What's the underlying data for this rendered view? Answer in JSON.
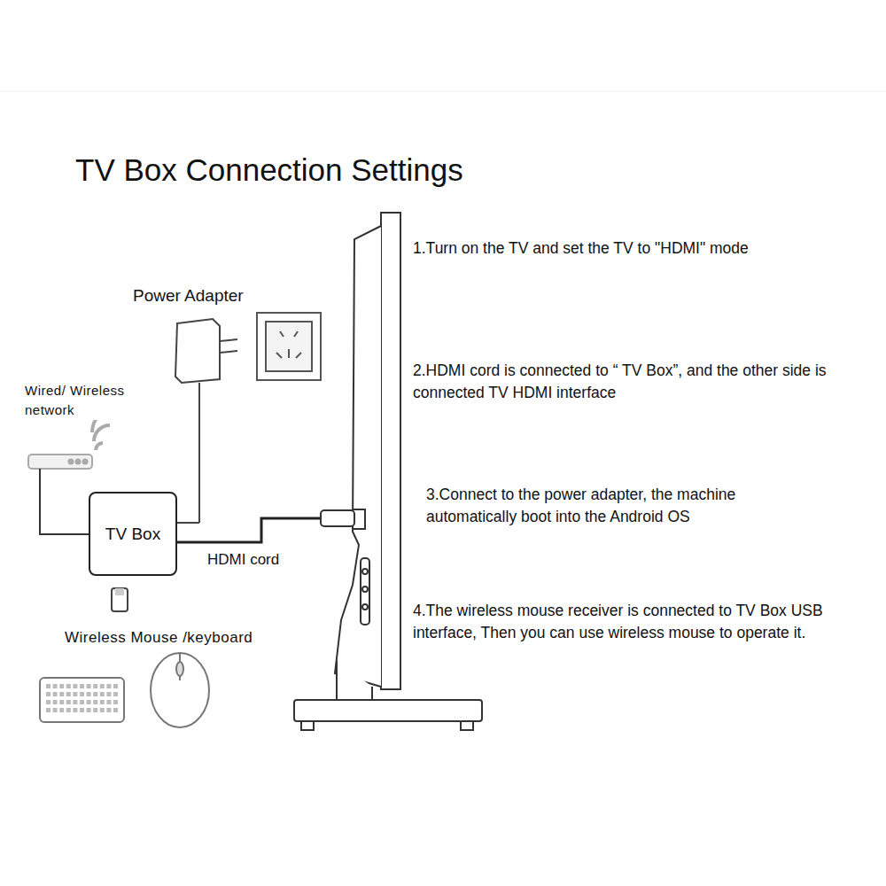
{
  "diagram": {
    "title": "TV Box Connection Settings",
    "nodes": [
      {
        "text": [
          "TV Box"
        ]
      }
    ],
    "labels": [
      "Power Adapter",
      "Wired/ Wireless network",
      "HDMI cord",
      "Wireless Mouse /keyboard",
      "1.Turn on the TV and set the TV to \"HDMI\" mode",
      "2.HDMI cord is connected to “ TV Box”, and the other side is connected TV HDMI interface",
      "3.Connect to the power adapter, the machine automatically boot into the Android OS",
      "4.The wireless mouse receiver is connected to TV Box USB interface, Then you can use wireless mouse to operate it."
    ]
  }
}
